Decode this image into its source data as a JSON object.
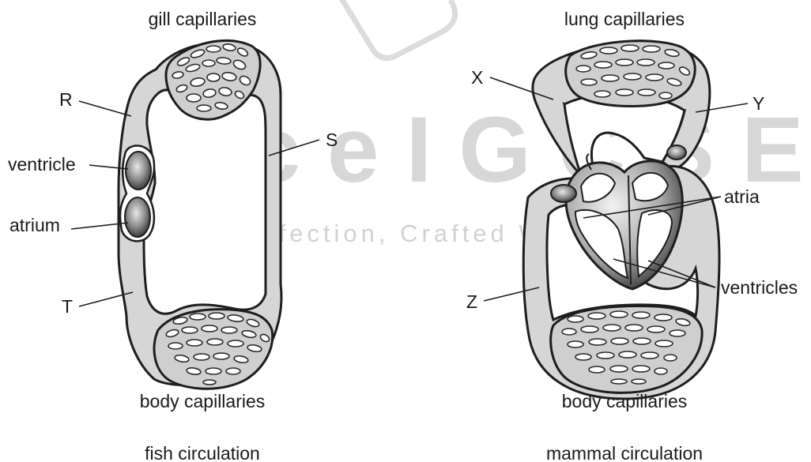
{
  "watermark": {
    "main": "AceIGCSE",
    "sub": "Paper Perfection, Crafted With Passion"
  },
  "fish": {
    "top_label": "gill capillaries",
    "bottom_label": "body capillaries",
    "caption": "fish circulation",
    "labels": {
      "R": "R",
      "S": "S",
      "T": "T",
      "ventricle": "ventricle",
      "atrium": "atrium"
    }
  },
  "mammal": {
    "top_label": "lung capillaries",
    "bottom_label": "body capillaries",
    "caption": "mammal circulation",
    "labels": {
      "X": "X",
      "Y": "Y",
      "Z": "Z",
      "atria": "atria",
      "ventricles": "ventricles"
    }
  },
  "colors": {
    "vessel_fill": "#d6d6d6",
    "outline": "#1e1e1e",
    "chamber_dark": "#3a3a3a",
    "watermark": "#d7d7d7"
  }
}
